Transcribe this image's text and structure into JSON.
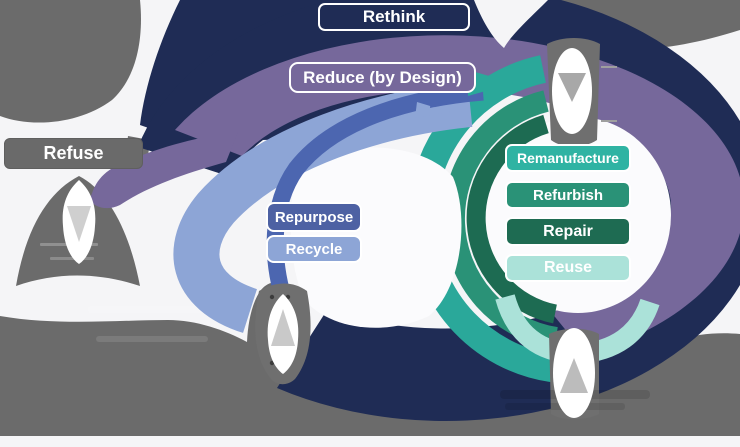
{
  "diagram": {
    "name": "circular-economy-r-strategies",
    "background_color": "#f5f5f7",
    "strategies": [
      {
        "id": "rethink",
        "label": "Rethink",
        "color": "#1f2c55"
      },
      {
        "id": "reduce",
        "label": "Reduce (by Design)",
        "color": "#76689b"
      },
      {
        "id": "refuse",
        "label": "Refuse",
        "color": "#6a6a6a"
      },
      {
        "id": "repurpose",
        "label": "Repurpose",
        "color": "#4d61a3"
      },
      {
        "id": "recycle",
        "label": "Recycle",
        "color": "#8da5d6"
      },
      {
        "id": "remanufacture",
        "label": "Remanufacture",
        "color": "#2fb3a3"
      },
      {
        "id": "refurbish",
        "label": "Refurbish",
        "color": "#2a9277"
      },
      {
        "id": "repair",
        "label": "Repair",
        "color": "#1e6b52"
      },
      {
        "id": "reuse",
        "label": "Reuse",
        "color": "#abe2d9"
      }
    ],
    "loops": {
      "linear_flow_gray": "#6b6b6b",
      "outer_navy": "#1f2c55",
      "purple": "#76689b",
      "blue_outer": "#4c66b0",
      "blue_inner": "#8da5d6",
      "teal": "#2aa89a",
      "green": "#2a9277",
      "dark_green": "#1d6b52",
      "light_teal": "#abe2d9"
    },
    "arrows": [
      {
        "id": "top-right-oval-arrow",
        "shape": "oval",
        "direction": "down"
      },
      {
        "id": "bottom-right-oval-arrow",
        "shape": "oval",
        "direction": "up"
      },
      {
        "id": "left-kite-arrow",
        "shape": "kite",
        "direction": "down"
      },
      {
        "id": "bottom-left-kite-arrow",
        "shape": "kite",
        "direction": "up"
      }
    ]
  }
}
